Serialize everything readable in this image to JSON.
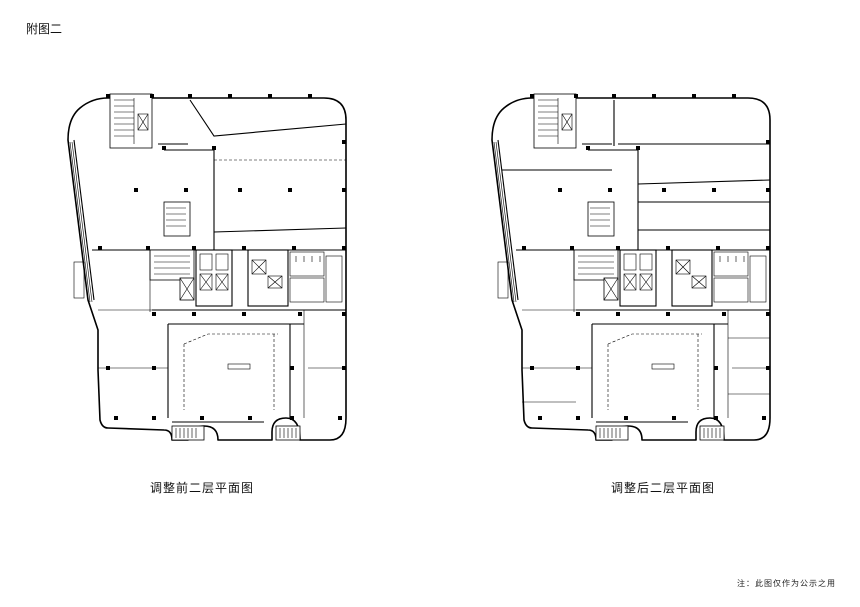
{
  "page": {
    "title": "附图二"
  },
  "plans": [
    {
      "id": "before",
      "caption": "调整前二层平面图"
    },
    {
      "id": "after",
      "caption": "调整后二层平面图"
    }
  ],
  "note": "注：此图仅作为公示之用"
}
